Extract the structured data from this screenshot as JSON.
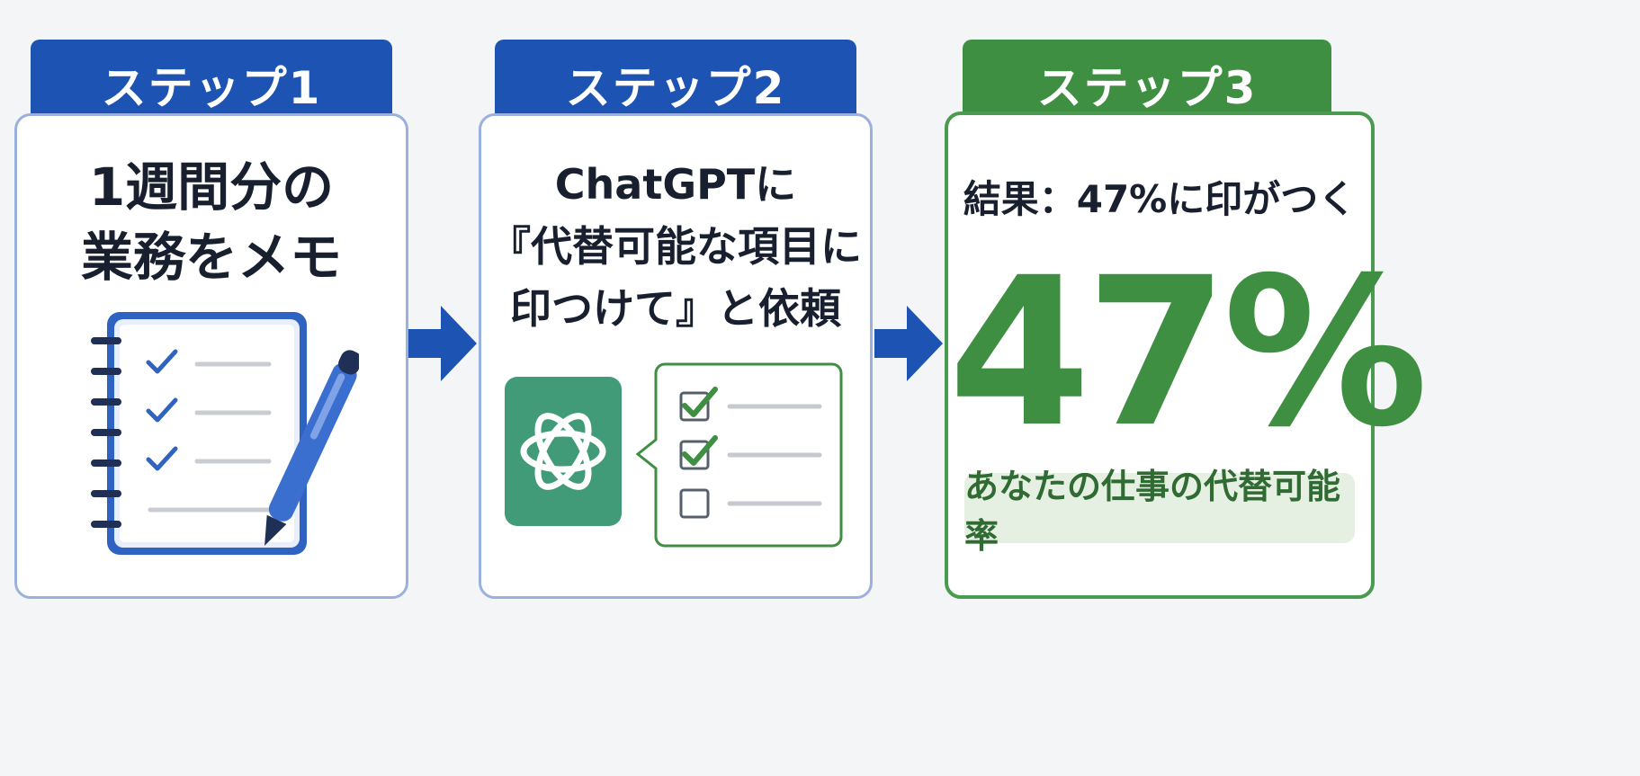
{
  "steps": [
    {
      "tab_label": "ステップ1",
      "heading_line1": "1週間分の",
      "heading_line2": "業務をメモ",
      "icon": "notepad-with-checklist-and-pen-icon"
    },
    {
      "tab_label": "ステップ2",
      "heading_line1": "ChatGPTに",
      "heading_line2": "『代替可能な項目に",
      "heading_line3": "印つけて』と依頼",
      "icon": "chatgpt-logo-and-checklist-bubble-icon"
    },
    {
      "tab_label": "ステップ3",
      "heading": "結果：47%に印がつく",
      "big_value": "47%",
      "badge_label": "あなたの仕事の代替可能率"
    }
  ],
  "colors": {
    "blue": "#1d54b3",
    "green": "#3f8f43",
    "chatgpt_green": "#419b78"
  }
}
